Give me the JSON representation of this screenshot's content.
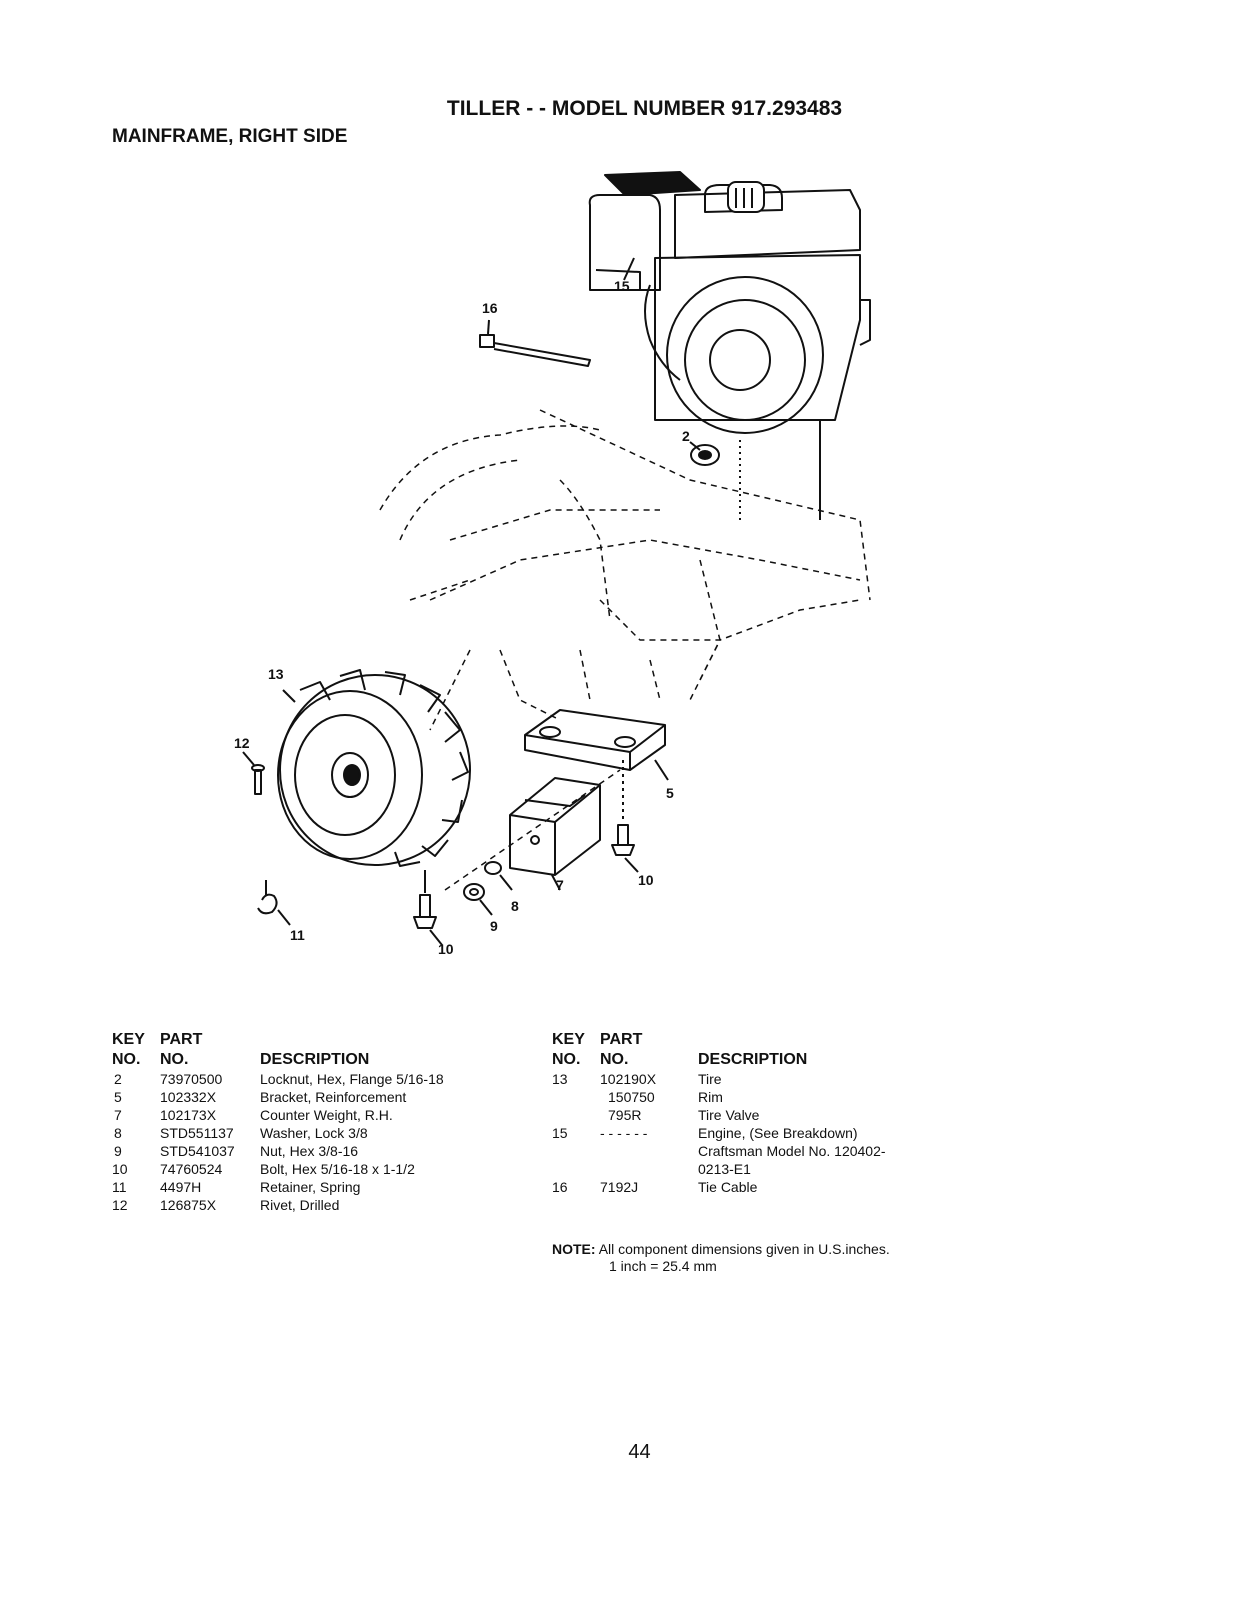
{
  "header": {
    "title": "TILLER - - MODEL NUMBER 917.293483",
    "subtitle": "MAINFRAME, RIGHT SIDE"
  },
  "callouts": [
    "16",
    "15",
    "2",
    "13",
    "12",
    "5",
    "10",
    "7",
    "8",
    "9",
    "11",
    "10"
  ],
  "table_left": {
    "headers": {
      "key_top": "KEY",
      "key_bottom": "NO.",
      "part_top": "PART",
      "part_bottom": "NO.",
      "description": "DESCRIPTION"
    },
    "rows": [
      {
        "key": "2",
        "part": "73970500",
        "description": "Locknut, Hex, Flange 5/16-18"
      },
      {
        "key": "5",
        "part": "102332X",
        "description": "Bracket, Reinforcement"
      },
      {
        "key": "7",
        "part": "102173X",
        "description": "Counter Weight, R.H."
      },
      {
        "key": "8",
        "part": "STD551137",
        "description": "Washer, Lock 3/8"
      },
      {
        "key": "9",
        "part": "STD541037",
        "description": "Nut, Hex 3/8-16"
      },
      {
        "key": "10",
        "part": "74760524",
        "description": "Bolt, Hex 5/16-18 x 1-1/2"
      },
      {
        "key": "11",
        "part": "4497H",
        "description": "Retainer, Spring"
      },
      {
        "key": "12",
        "part": "126875X",
        "description": "Rivet, Drilled"
      }
    ]
  },
  "table_right": {
    "headers": {
      "key_top": "KEY",
      "key_bottom": "NO.",
      "part_top": "PART",
      "part_bottom": "NO.",
      "description": "DESCRIPTION"
    },
    "rows": [
      {
        "key": "13",
        "part": "102190X",
        "description": "Tire"
      },
      {
        "key": "",
        "part": "150750",
        "description": "Rim"
      },
      {
        "key": "",
        "part": "795R",
        "description": "Tire Valve"
      },
      {
        "key": "15",
        "part": "- - - - - -",
        "description": "Engine, (See Breakdown)"
      },
      {
        "key": "",
        "part": "",
        "description": "Craftsman Model No. 120402-"
      },
      {
        "key": "",
        "part": "",
        "description": "0213-E1"
      },
      {
        "key": "16",
        "part": "7192J",
        "description": "Tie Cable"
      }
    ]
  },
  "note": {
    "label": "NOTE:",
    "line1": "All component dimensions given in U.S.inches.",
    "line2": "1 inch = 25.4 mm"
  },
  "page_number": "44"
}
